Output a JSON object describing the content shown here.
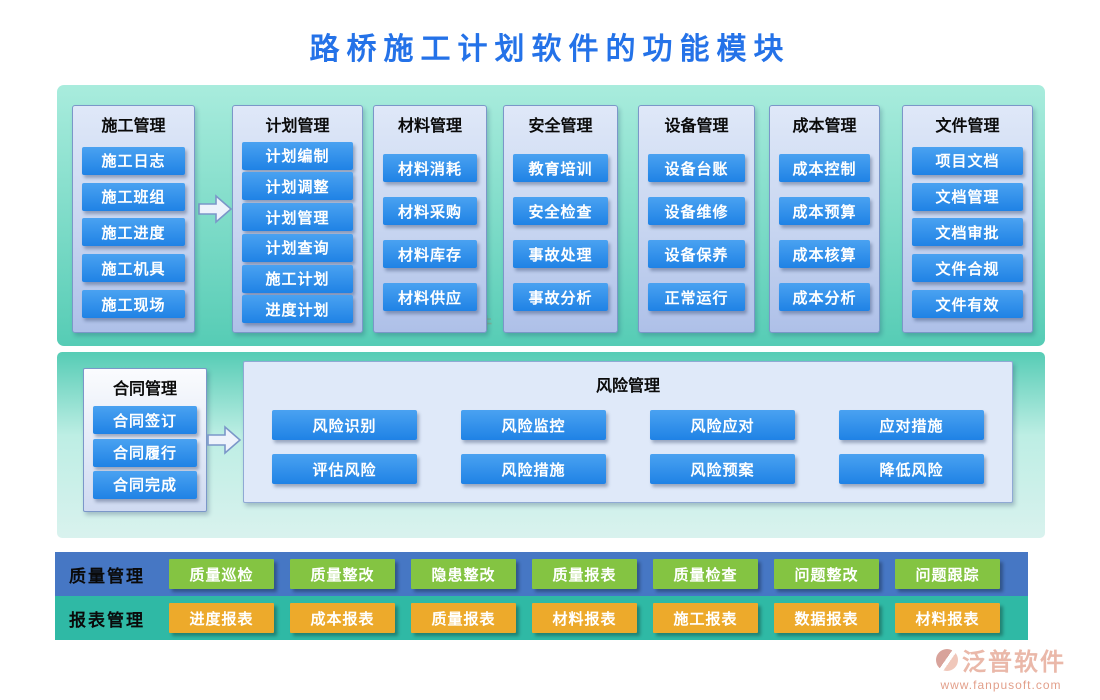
{
  "title": "路桥施工计划软件的功能模块",
  "top_modules": [
    {
      "header": "施工管理",
      "items": [
        "施工日志",
        "施工班组",
        "施工进度",
        "施工机具",
        "施工现场"
      ]
    },
    {
      "header": "计划管理",
      "items": [
        "计划编制",
        "计划调整",
        "计划管理",
        "计划查询",
        "施工计划",
        "进度计划"
      ]
    },
    {
      "header": "材料管理",
      "items": [
        "材料消耗",
        "材料采购",
        "材料库存",
        "材料供应"
      ]
    },
    {
      "header": "安全管理",
      "items": [
        "教育培训",
        "安全检查",
        "事故处理",
        "事故分析"
      ]
    },
    {
      "header": "设备管理",
      "items": [
        "设备台账",
        "设备维修",
        "设备保养",
        "正常运行"
      ]
    },
    {
      "header": "成本管理",
      "items": [
        "成本控制",
        "成本预算",
        "成本核算",
        "成本分析"
      ]
    },
    {
      "header": "文件管理",
      "items": [
        "项目文档",
        "文档管理",
        "文档审批",
        "文件合规",
        "文件有效"
      ]
    }
  ],
  "contract": {
    "header": "合同管理",
    "items": [
      "合同签订",
      "合同履行",
      "合同完成"
    ]
  },
  "risk": {
    "header": "风险管理",
    "rows": [
      [
        "风险识别",
        "风险监控",
        "风险应对",
        "应对措施"
      ],
      [
        "评估风险",
        "风险措施",
        "风险预案",
        "降低风险"
      ]
    ]
  },
  "quality": {
    "label": "质量管理",
    "items": [
      "质量巡检",
      "质量整改",
      "隐患整改",
      "质量报表",
      "质量检查",
      "问题整改",
      "问题跟踪"
    ]
  },
  "report": {
    "label": "报表管理",
    "items": [
      "进度报表",
      "成本报表",
      "质量报表",
      "材料报表",
      "施工报表",
      "数据报表",
      "材料报表"
    ]
  },
  "footer": {
    "brand": "泛普软件",
    "url": "www.fanpusoft.com"
  },
  "colors": {
    "title": "#2472e8",
    "teal_top": "#a9ecdd",
    "teal_bottom": "#56ccb5",
    "button_blue": "#1f82e5",
    "quality_row_bg": "#4677c4",
    "quality_button": "#84c442",
    "report_row_bg": "#2fb9a5",
    "report_button": "#edaa2b",
    "brand": "#d97f63"
  }
}
